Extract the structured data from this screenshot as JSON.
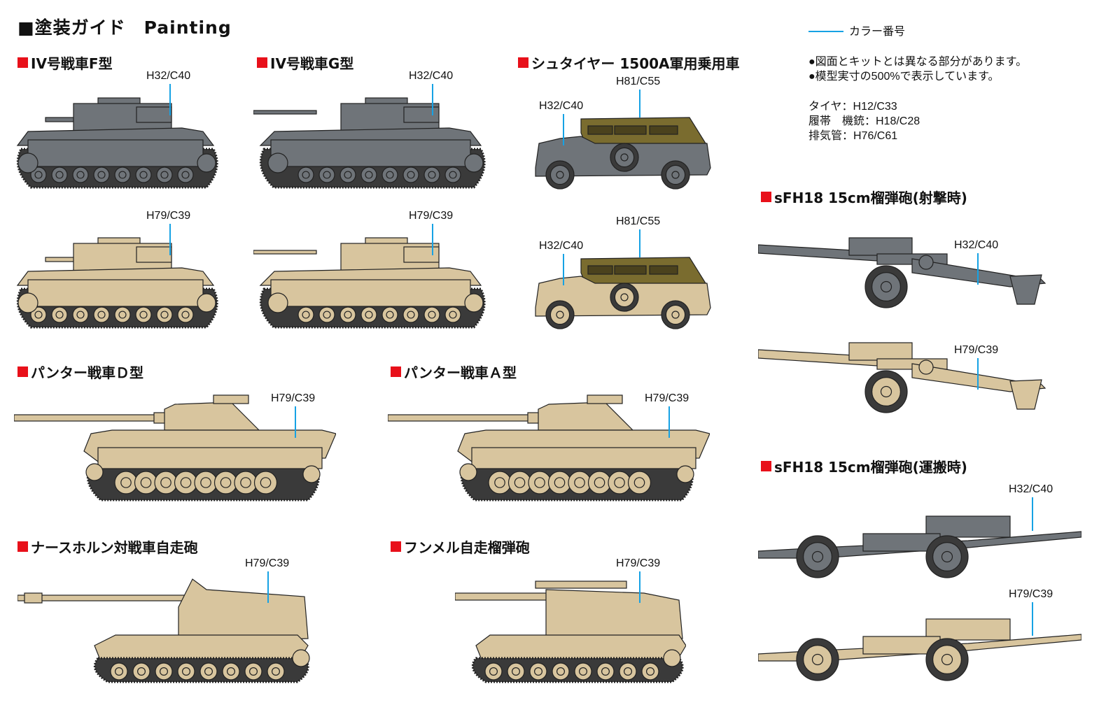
{
  "title": "■塗装ガイド　Painting",
  "legend": {
    "label": "カラー番号",
    "line_color": "#16a2e4"
  },
  "notes": [
    "●図面とキットとは異なる部分があります。",
    "●模型実寸の500%で表示しています。"
  ],
  "common_colors": [
    "タイヤ：H12/C33",
    "履帯　機銃：H18/C28",
    "排気管：H76/C61"
  ],
  "colors": {
    "grey": "#6f7479",
    "tan": "#d8c59e",
    "olive": "#7a6c2f",
    "dark": "#3a3a3a",
    "red": "#e8101a"
  },
  "sections": {
    "pz4f": {
      "name": "IV号戦車F型",
      "grey": "H32/C40",
      "tan": "H79/C39"
    },
    "pz4g": {
      "name": "IV号戦車G型",
      "grey": "H32/C40",
      "tan": "H79/C39"
    },
    "steyr": {
      "name": "シュタイヤー 1500A軍用乗用車",
      "canopy1": "H81/C55",
      "body1": "H32/C40",
      "canopy2": "H81/C55",
      "body2": "H32/C40"
    },
    "sfh_fire": {
      "name": "sFH18 15cm榴弾砲(射撃時)",
      "grey": "H32/C40",
      "tan": "H79/C39"
    },
    "pantherd": {
      "name": "パンター戦車Ｄ型",
      "tan": "H79/C39"
    },
    "panthera": {
      "name": "パンター戦車Ａ型",
      "tan": "H79/C39"
    },
    "nashorn": {
      "name": "ナースホルン対戦車自走砲",
      "tan": "H79/C39"
    },
    "hummel": {
      "name": "フンメル自走榴弾砲",
      "tan": "H79/C39"
    },
    "sfh_move": {
      "name": "sFH18 15cm榴弾砲(運搬時)",
      "grey": "H32/C40",
      "tan": "H79/C39"
    }
  }
}
